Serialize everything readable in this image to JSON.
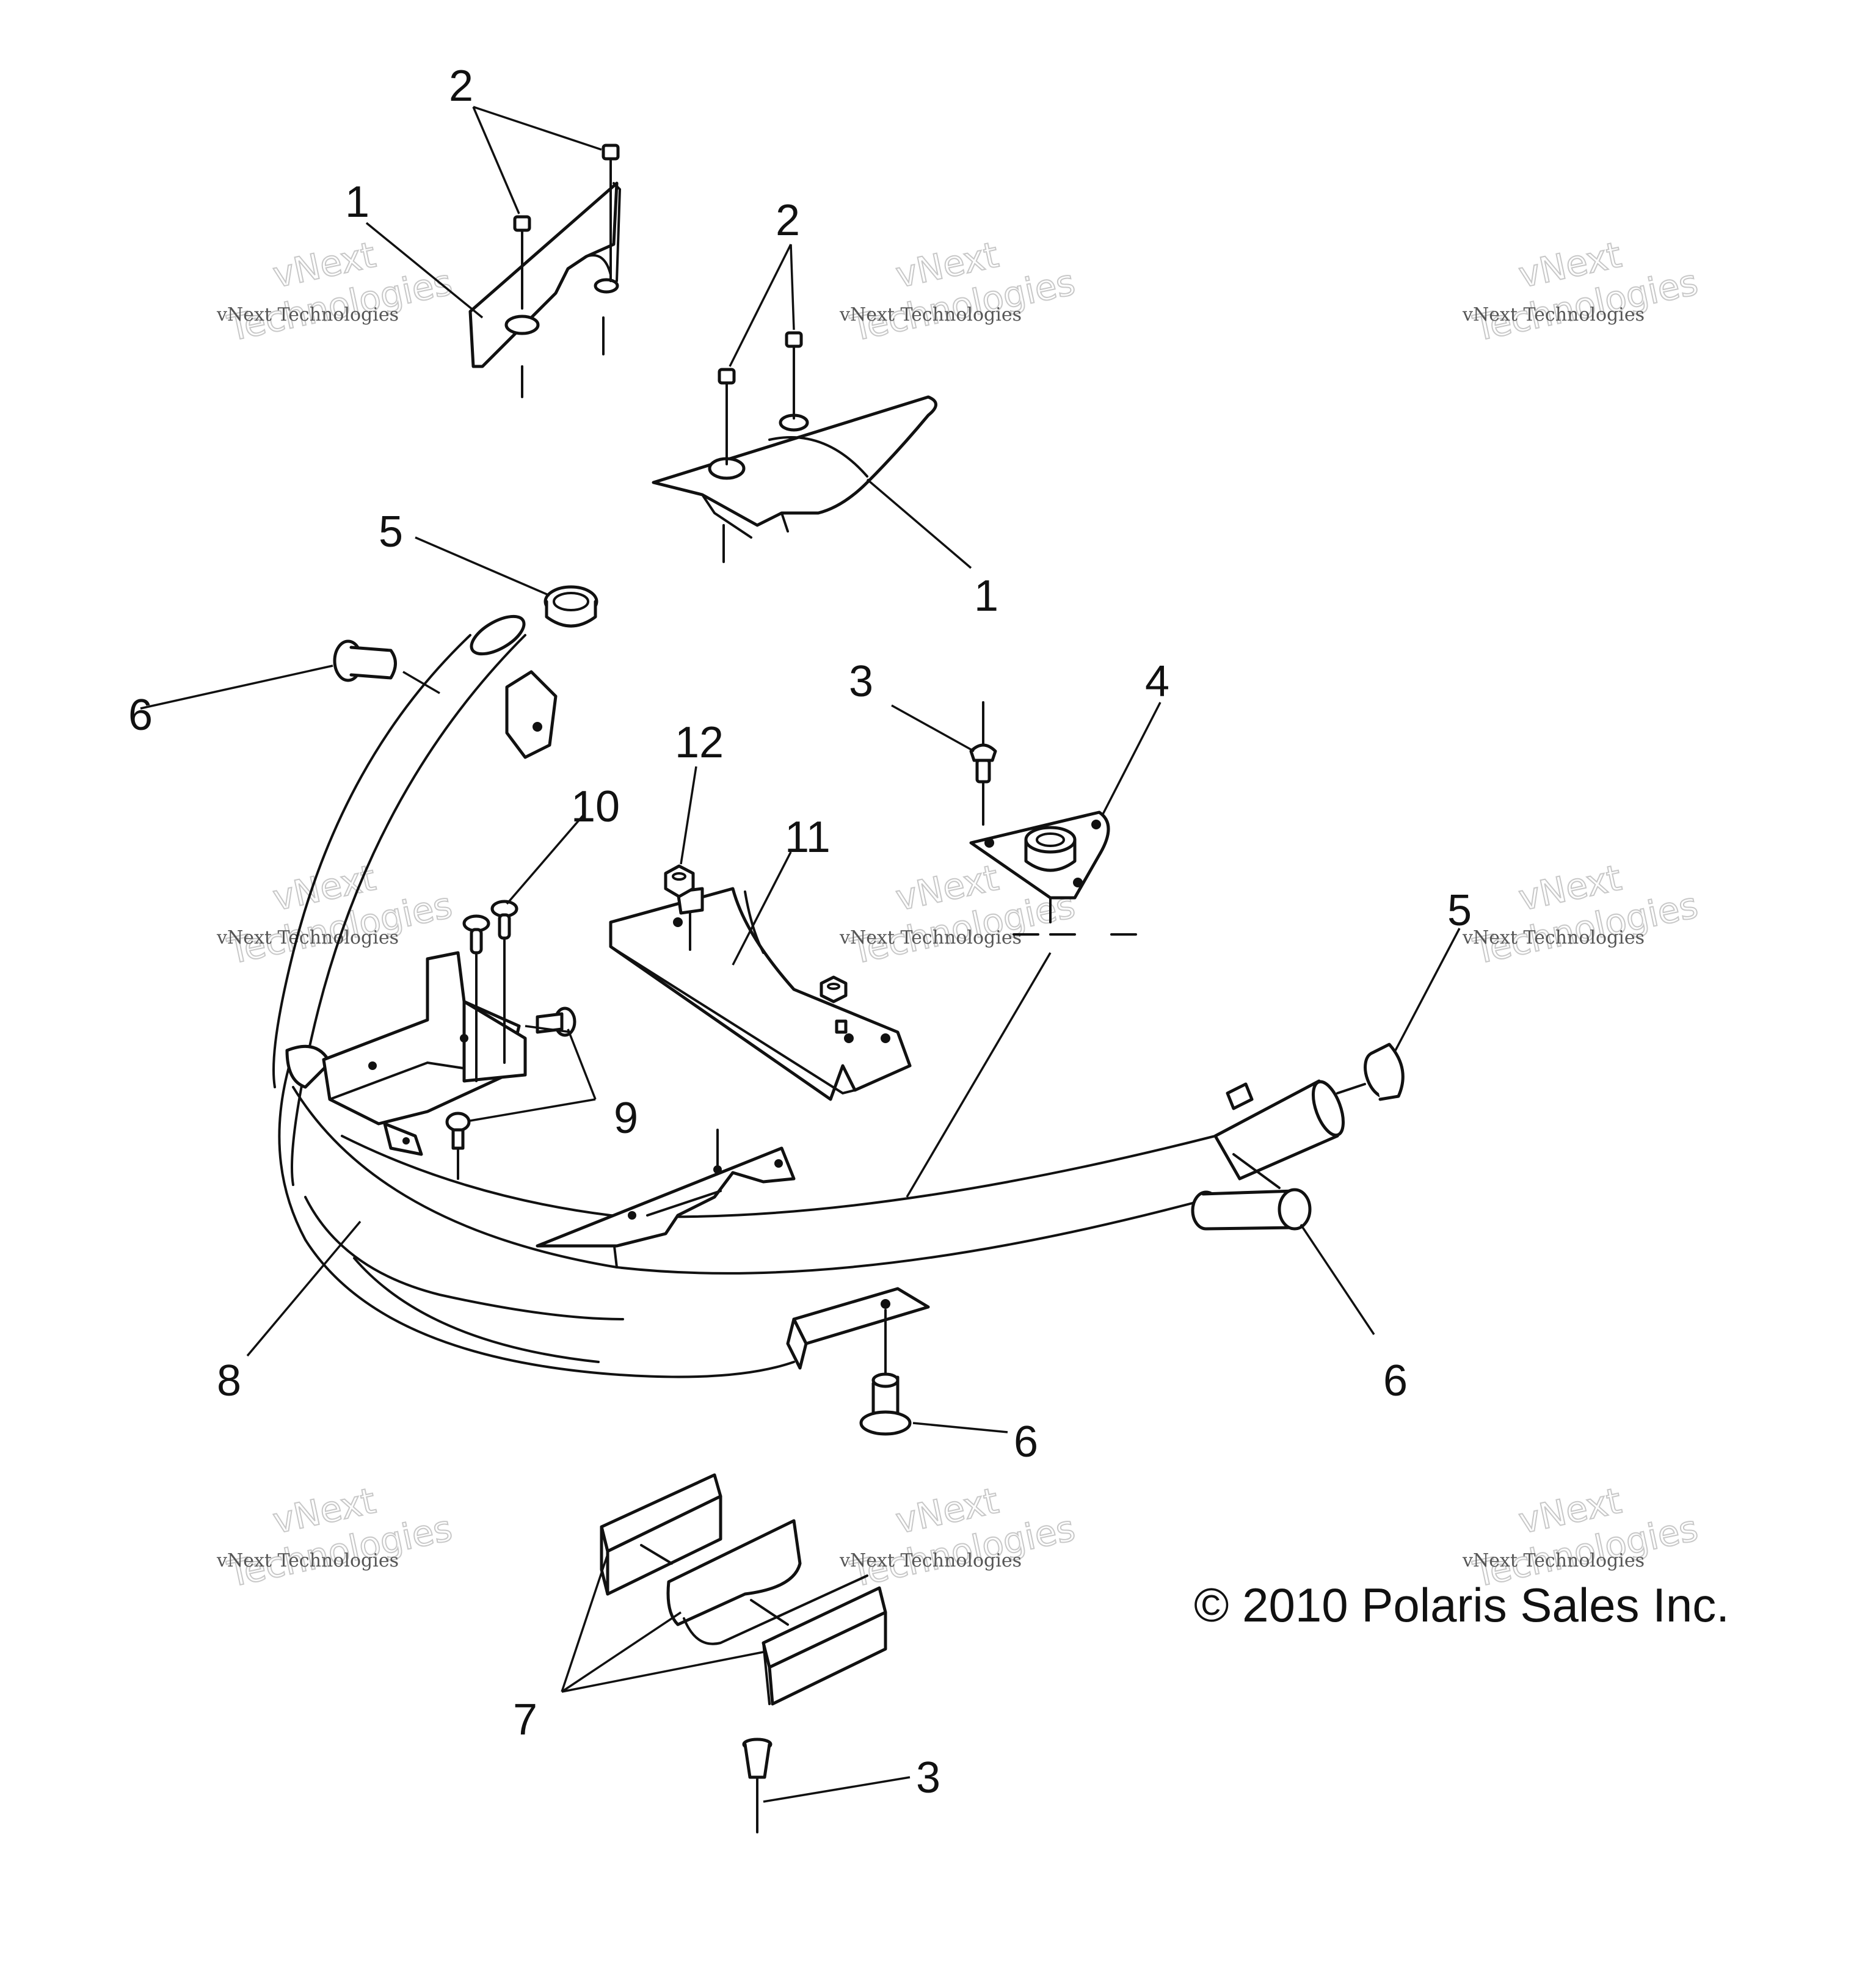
{
  "callouts": [
    {
      "id": "c2a",
      "text": "2"
    },
    {
      "id": "c1a",
      "text": "1"
    },
    {
      "id": "c2b",
      "text": "2"
    },
    {
      "id": "c1b",
      "text": "1"
    },
    {
      "id": "c5a",
      "text": "5"
    },
    {
      "id": "c6a",
      "text": "6"
    },
    {
      "id": "c3a",
      "text": "3"
    },
    {
      "id": "c4",
      "text": "4"
    },
    {
      "id": "c12",
      "text": "12"
    },
    {
      "id": "c10",
      "text": "10"
    },
    {
      "id": "c11",
      "text": "11"
    },
    {
      "id": "c5b",
      "text": "5"
    },
    {
      "id": "c9",
      "text": "9"
    },
    {
      "id": "c8",
      "text": "8"
    },
    {
      "id": "c6b",
      "text": "6"
    },
    {
      "id": "c6c",
      "text": "6"
    },
    {
      "id": "c7",
      "text": "7"
    },
    {
      "id": "c3b",
      "text": "3"
    }
  ],
  "watermark": {
    "small": "vNext Technologies",
    "big": "Technologies",
    "top": "vNext"
  },
  "copyright": "© 2010 Polaris Sales Inc."
}
